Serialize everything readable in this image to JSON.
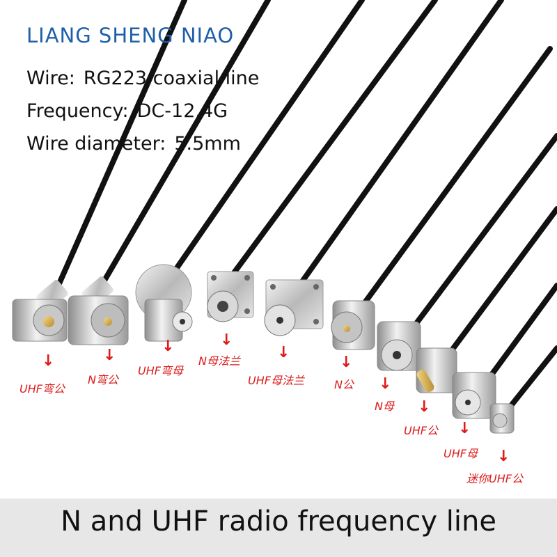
{
  "brand": "LIANG SHENG NIAO",
  "specs": {
    "wire_label": "Wire:",
    "wire_value": "RG223 coaxial line",
    "freq_label": "Frequency:",
    "freq_value": "DC-12.4G",
    "diam_label": "Wire diameter:",
    "diam_value": "5.5mm"
  },
  "connectors": [
    "UHF弯公",
    "N弯公",
    "UHF弯母",
    "N母法兰",
    "UHF母法兰",
    "N公",
    "N母",
    "UHF公",
    "UHF母",
    "迷你UHF公"
  ],
  "arrow_glyph": "↓",
  "footer": "N and UHF radio frequency line",
  "colors": {
    "brand": "#1e5fa8",
    "label": "#dd1a1a",
    "footer_bg": "#e7e7e7",
    "cable": "#111111"
  }
}
